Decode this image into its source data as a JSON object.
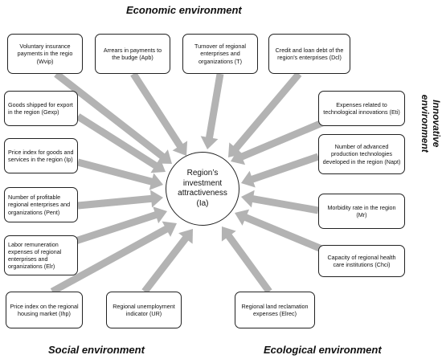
{
  "headings": {
    "economic": "Economic environment",
    "innovative_line1": "Innovative",
    "innovative_line2": "environment",
    "social": "Social environment",
    "ecological": "Ecological environment"
  },
  "center": {
    "line1": "Region’s",
    "line2": "investment",
    "line3": "attractiveness",
    "line4": "(Ia)"
  },
  "factors": {
    "voluntary_insurance": "Voluntary insurance payments in the regio (Wvip)",
    "arrears_payments": "Arrears in payments to the budge (Apb)",
    "turnover": "Turnover of regional enterprises and organizations (T)",
    "credit_loan": "Credit and loan debt of the region’s enterprises (Dcl)",
    "goods_export": "Goods shipped for export in the region (Gexp)",
    "price_index_goods": "Price index for goods and services in the region (Ip)",
    "profitable_enterprises": "Number of profitable regional enterprises and organizations (Pent)",
    "labor_remuneration": "Labor remuneration expenses of regional enterprises and organizations (Elr)",
    "price_index_housing": "Price index on the regional housing market (Ihp)",
    "unemployment": "Regional unemployment indicator (UR)",
    "expenses_innovations": "Expenses related to technological innovations (Eti)",
    "advanced_technologies": "Number of advanced production technologies developed in the region (Napt)",
    "morbidity": "Morbidity rate in the region (Mr)",
    "health_capacity": "Capacity of regional health care institutions (Chci)",
    "land_reclamation": "Regional land reclamation expenses (Elrec)"
  },
  "colors": {
    "arrow": "#b3b3b3",
    "border": "#222222"
  }
}
